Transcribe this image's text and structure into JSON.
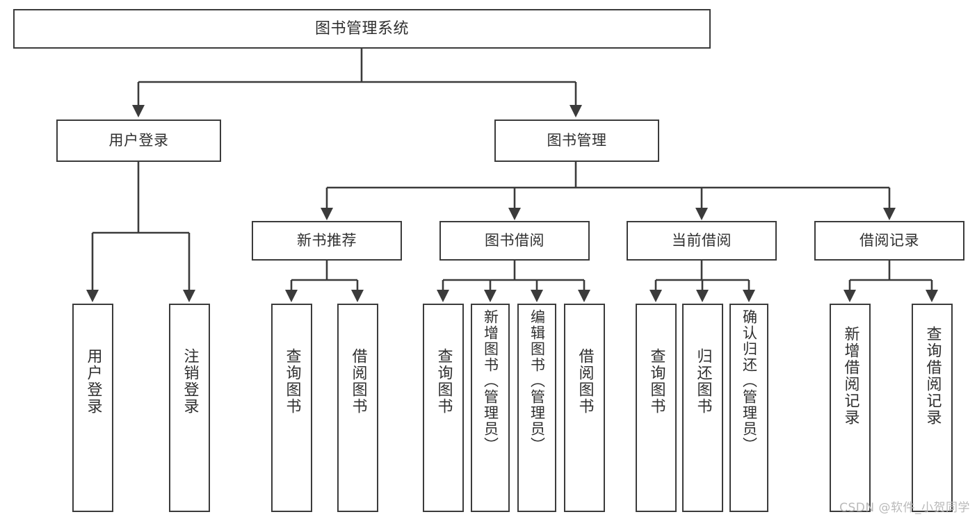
{
  "diagram": {
    "title": "图书管理系统",
    "watermark": "CSDN @软件_小贺同学",
    "colors": {
      "box_border": "#3b3b3b",
      "edge": "#3b3b3b",
      "text": "#2f2f2f",
      "background": "#ffffff",
      "watermark": "#b9b9b9"
    },
    "root": {
      "label": "图书管理系统"
    },
    "level1": [
      {
        "label": "用户登录"
      },
      {
        "label": "图书管理"
      }
    ],
    "level2": [
      {
        "label": "新书推荐"
      },
      {
        "label": "图书借阅"
      },
      {
        "label": "当前借阅"
      },
      {
        "label": "借阅记录"
      }
    ],
    "leaves": {
      "user_login": [
        {
          "label": "用户登录"
        },
        {
          "label": "注销登录"
        }
      ],
      "new_book_recommend": [
        {
          "label": "查询图书"
        },
        {
          "label": "借阅图书"
        }
      ],
      "book_borrow": [
        {
          "label": "查询图书"
        },
        {
          "label": "新增图书（管理员）"
        },
        {
          "label": "编辑图书（管理员）"
        },
        {
          "label": "借阅图书"
        }
      ],
      "current_borrow": [
        {
          "label": "查询图书"
        },
        {
          "label": "归还图书"
        },
        {
          "label": "确认归还（管理员）"
        }
      ],
      "borrow_record": [
        {
          "label": "新增借阅记录"
        },
        {
          "label": "查询借阅记录"
        }
      ]
    }
  }
}
